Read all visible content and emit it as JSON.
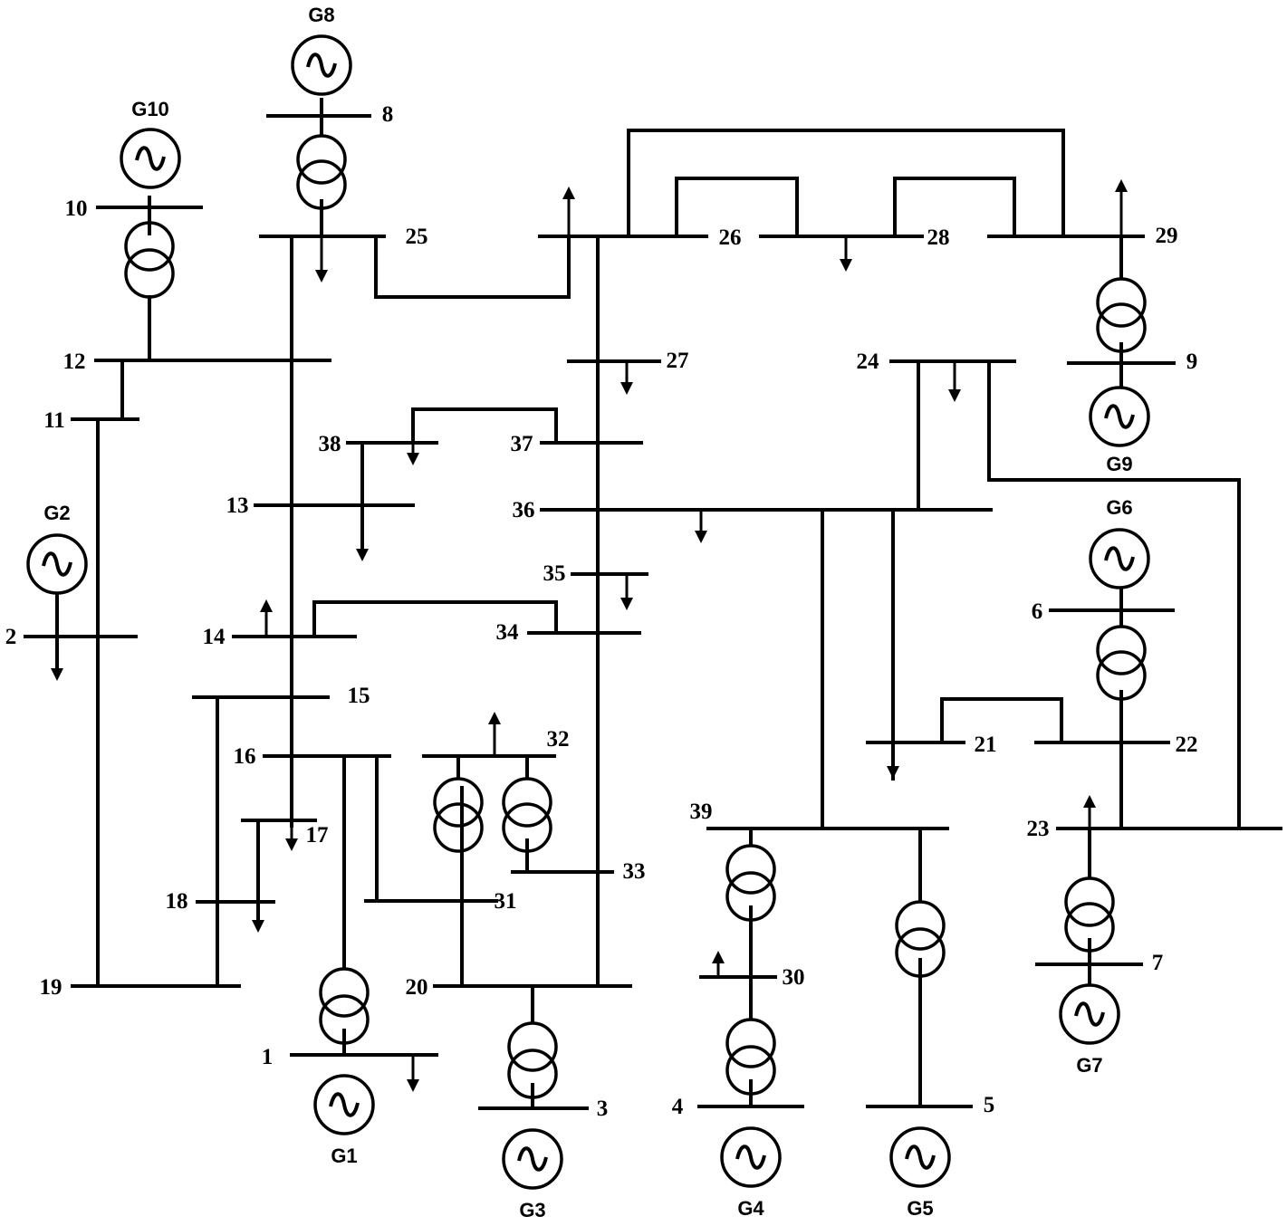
{
  "buses": [
    "1",
    "2",
    "3",
    "4",
    "5",
    "6",
    "7",
    "8",
    "9",
    "10",
    "11",
    "12",
    "13",
    "14",
    "15",
    "16",
    "17",
    "18",
    "19",
    "20",
    "21",
    "22",
    "23",
    "24",
    "25",
    "26",
    "27",
    "28",
    "29",
    "30",
    "31",
    "32",
    "33",
    "34",
    "35",
    "36",
    "37",
    "38",
    "39"
  ],
  "generators": [
    "G1",
    "G2",
    "G3",
    "G4",
    "G5",
    "G6",
    "G7",
    "G8",
    "G9",
    "G10"
  ]
}
